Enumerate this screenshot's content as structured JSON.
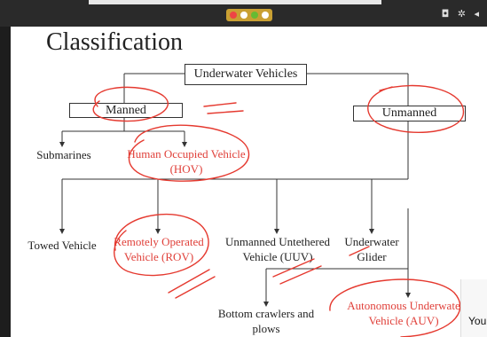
{
  "status_icons": "◘ ✲ ◂",
  "slide": {
    "title": "Classification",
    "root": "Underwater Vehicles",
    "manned": "Manned",
    "unmanned": "Unmanned",
    "submarines": "Submarines",
    "hov": [
      "Human Occupied Vehicle",
      "(HOV)"
    ],
    "towed": "Towed Vehicle",
    "rov": [
      "Remotely Operated",
      "Vehicle (ROV)"
    ],
    "uuv": [
      "Unmanned Untethered",
      "Vehicle (UUV)"
    ],
    "glider": [
      "Underwater",
      "Glider"
    ],
    "crawlers": [
      "Bottom crawlers and",
      "plows"
    ],
    "auv": [
      "Autonomous Underwate",
      "Vehicle (AUV)"
    ]
  },
  "side_panel_text": "You",
  "colors": {
    "highlight_red": "#e0403a",
    "annotation_red": "#e5392f",
    "window_bg": "#1d1d1d"
  }
}
